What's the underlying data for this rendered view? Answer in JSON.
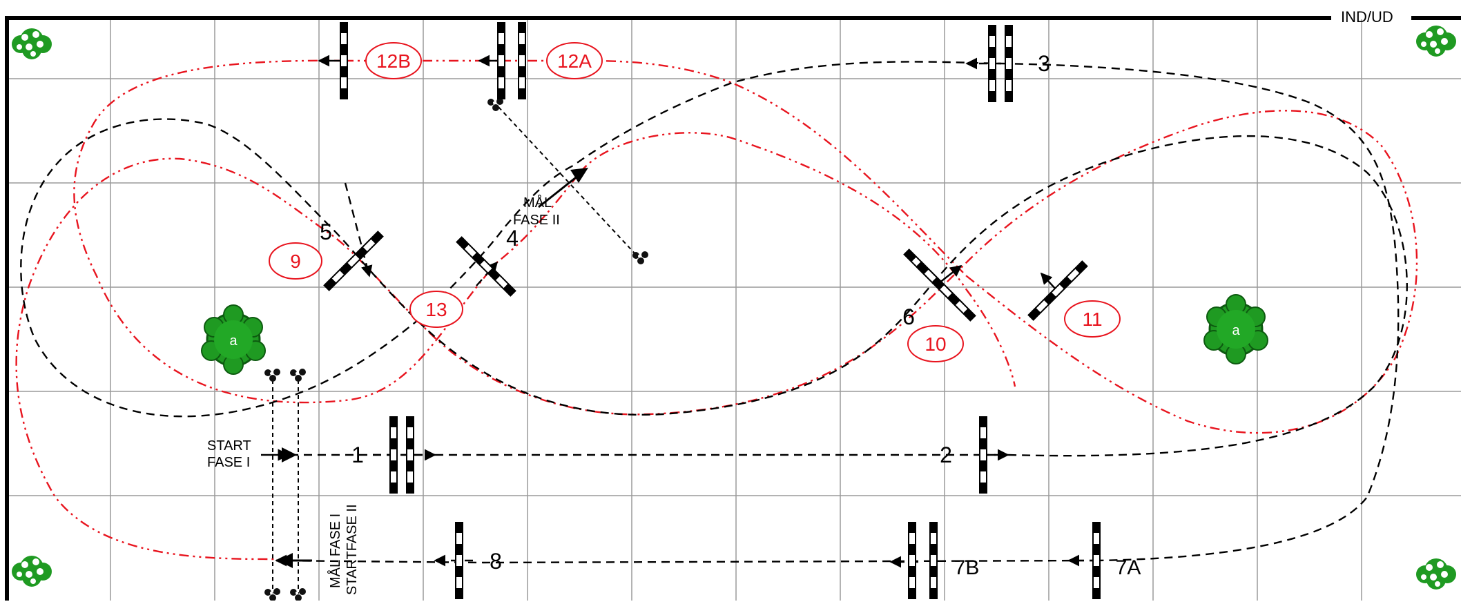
{
  "labels": {
    "ind_ud": "IND/UD",
    "start_phase1_line1": "START",
    "start_phase1_line2": "FASE I",
    "finish_phase2_line1": "MÅL",
    "finish_phase2_line2": "FASE II",
    "finish1_start2_line1": "MÅL FASE I",
    "finish1_start2_line2": "STARTFASE II"
  },
  "obstacles": {
    "o1": "1",
    "o2": "2",
    "o3": "3",
    "o4": "4",
    "o5": "5",
    "o6": "6",
    "o7a": "7A",
    "o7b": "7B",
    "o8": "8"
  },
  "phase2_obstacles": {
    "o9": "9",
    "o10": "10",
    "o11": "11",
    "o12a": "12A",
    "o12b": "12B",
    "o13": "13"
  },
  "trees": {
    "tree_a_left": "a",
    "tree_a_right": "a"
  },
  "colors": {
    "phase1_route": "#000000",
    "phase2_route": "#e8141e",
    "grid": "#9a9a9a",
    "tree": "#1f9a22"
  }
}
